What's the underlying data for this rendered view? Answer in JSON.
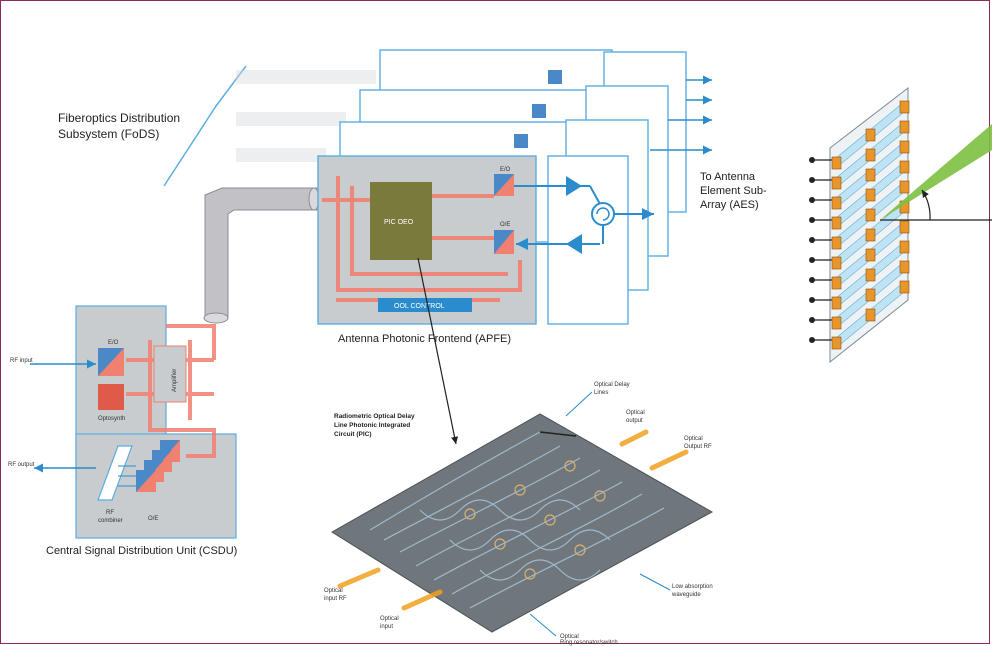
{
  "labels": {
    "fods": [
      "Fiberoptics Distribution",
      "Subsystem (FoDS)"
    ],
    "to_antenna": [
      "To Antenna",
      "Element Sub-",
      "Array (AES)"
    ],
    "pic_oeo": "PIC OEO",
    "ool_control": "OOL CONTROL",
    "apfe": "Antenna Photonic Frontend (APFE)",
    "eo_top": "E/O",
    "oe_mid": "O/E",
    "oe_small": "O/E",
    "rf_input": "RF input",
    "rf_output": "RF output",
    "eo_csdu": "E/O",
    "optosynth": "Optosynth",
    "amplifier": "Amplifier",
    "rf_combiner": [
      "RF",
      "combiner"
    ],
    "oe_csdu": "O/E",
    "csdu": "Central Signal Distribution Unit (CSDU)",
    "pic_title": [
      "Radiometric Optical Delay",
      "Line Photonic Integrated",
      "Circuit (PIC)"
    ],
    "optical_delay_lines": [
      "Optical Delay",
      "Lines"
    ],
    "optical_input": [
      "Optical",
      "input RF"
    ],
    "optical_output": [
      "Optical",
      "Output RF"
    ],
    "optical_input_b": [
      "Optical",
      "input"
    ],
    "optical_output_b": [
      "Optical",
      "output"
    ],
    "low_absorption": [
      "Low absorption",
      "waveguide"
    ],
    "optical_switches": [
      "Optical",
      "Ring resonator/switch"
    ]
  },
  "colors": {
    "blue_line": "#5aaee0",
    "panel_gray": "#c9ccce",
    "red": "#f08070",
    "olive": "#7a7a3a",
    "pic_board": "#6f777c",
    "orange_patch": "#e8962c",
    "beam_green": "#7cc040"
  }
}
